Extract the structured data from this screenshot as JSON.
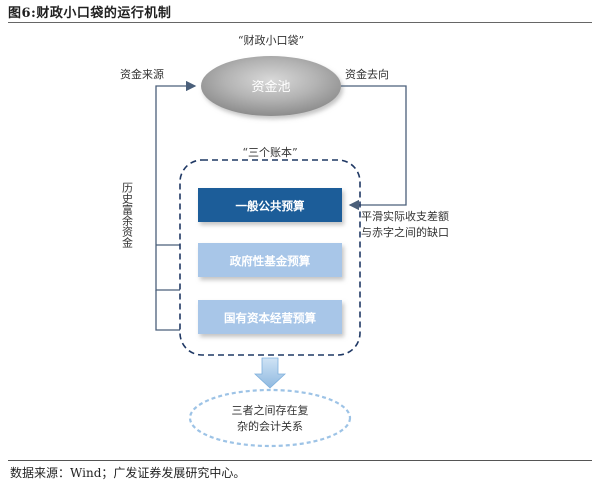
{
  "header": {
    "title": "图6:财政小口袋的运行机制"
  },
  "pool": {
    "caption": "“财政小口袋”",
    "label": "资金池",
    "inflow_label": "资金来源",
    "outflow_label": "资金去向"
  },
  "side": {
    "historical_surplus": "历史富余资金"
  },
  "budgets": {
    "caption": "“三个账本”",
    "items": [
      {
        "label": "一般公共预算",
        "fill": "#1f5d99",
        "text_color": "#ffffff"
      },
      {
        "label": "政府性基金预算",
        "fill": "#a8c6e8",
        "text_color": "#ffffff"
      },
      {
        "label": "国有资本经营预算",
        "fill": "#a8c6e8",
        "text_color": "#ffffff"
      }
    ]
  },
  "gap": {
    "line1": "平滑实际收支差额",
    "line2": "与赤字之间的缺口"
  },
  "outcome": {
    "line1": "三者之间存在复",
    "line2": "杂的会计关系"
  },
  "footer": {
    "source": "数据来源：Wind；广发证券发展研究中心。"
  },
  "colors": {
    "accent": "#1f5d99",
    "light_box": "#a8c6e8",
    "dashed_border": "#1f3864",
    "arrow": "#9dc3e6"
  }
}
